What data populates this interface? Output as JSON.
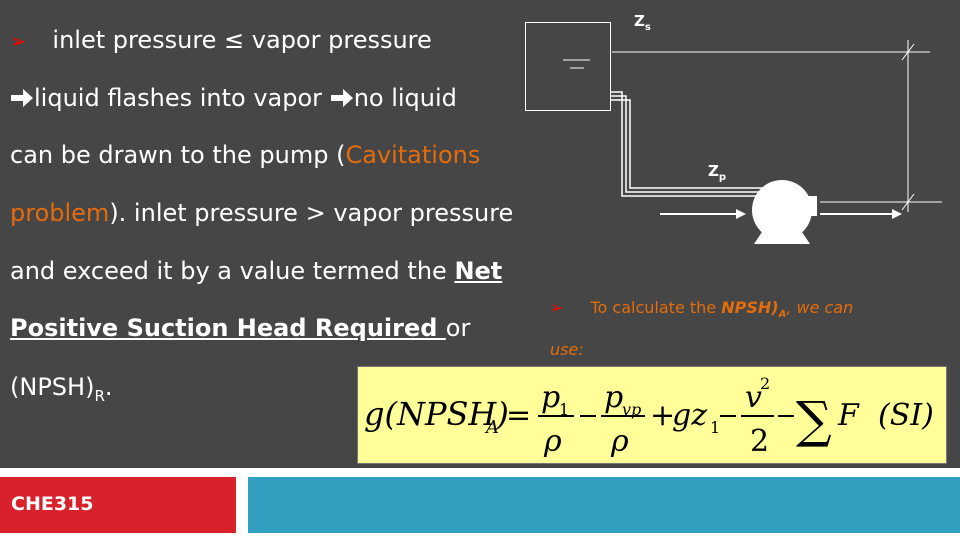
{
  "body_text": {
    "line1": "inlet pressure ≤ vapor pressure",
    "line2a": "liquid flashes into vapor ",
    "line2b": "no liquid",
    "line3a": "can be drawn to the pump (",
    "line3b": "Cavitations",
    "line4a": "problem",
    "line4b": "). inlet pressure > vapor pressure",
    "line5a": "and exceed it by a value termed the ",
    "line5b": "Net",
    "line6a": "Positive Suction Head Required ",
    "line6b": "or",
    "line7a": "(NPSH)",
    "line7sub": "R",
    "line7c": "."
  },
  "diagram": {
    "label_zs": "Z",
    "label_zs_sub": "s",
    "label_zp": "Z",
    "label_zp_sub": "p"
  },
  "right_bullet": {
    "text_a": "To calculate the ",
    "text_b": "NPSH)",
    "text_sub": "A",
    "text_c": ", we can",
    "text_d": "use:"
  },
  "formula": {
    "lhs": "g(NPSH)",
    "lhs_sub": "A",
    "p1": "p",
    "p1_sub": "1",
    "rho": "ρ",
    "pvp": "p",
    "pvp_sub": "vp",
    "gz": "gz",
    "gz_sub": "1",
    "v": "v",
    "v_sup": "2",
    "two": "2",
    "sum": "∑",
    "F": "F",
    "si": "(SI)"
  },
  "footer": {
    "course": "CHE315"
  },
  "colors": {
    "background": "#464646",
    "accent_orange": "#e46c0a",
    "formula_bg": "#ffff99",
    "footer_red": "#d9212b",
    "footer_blue": "#31a0c0"
  }
}
